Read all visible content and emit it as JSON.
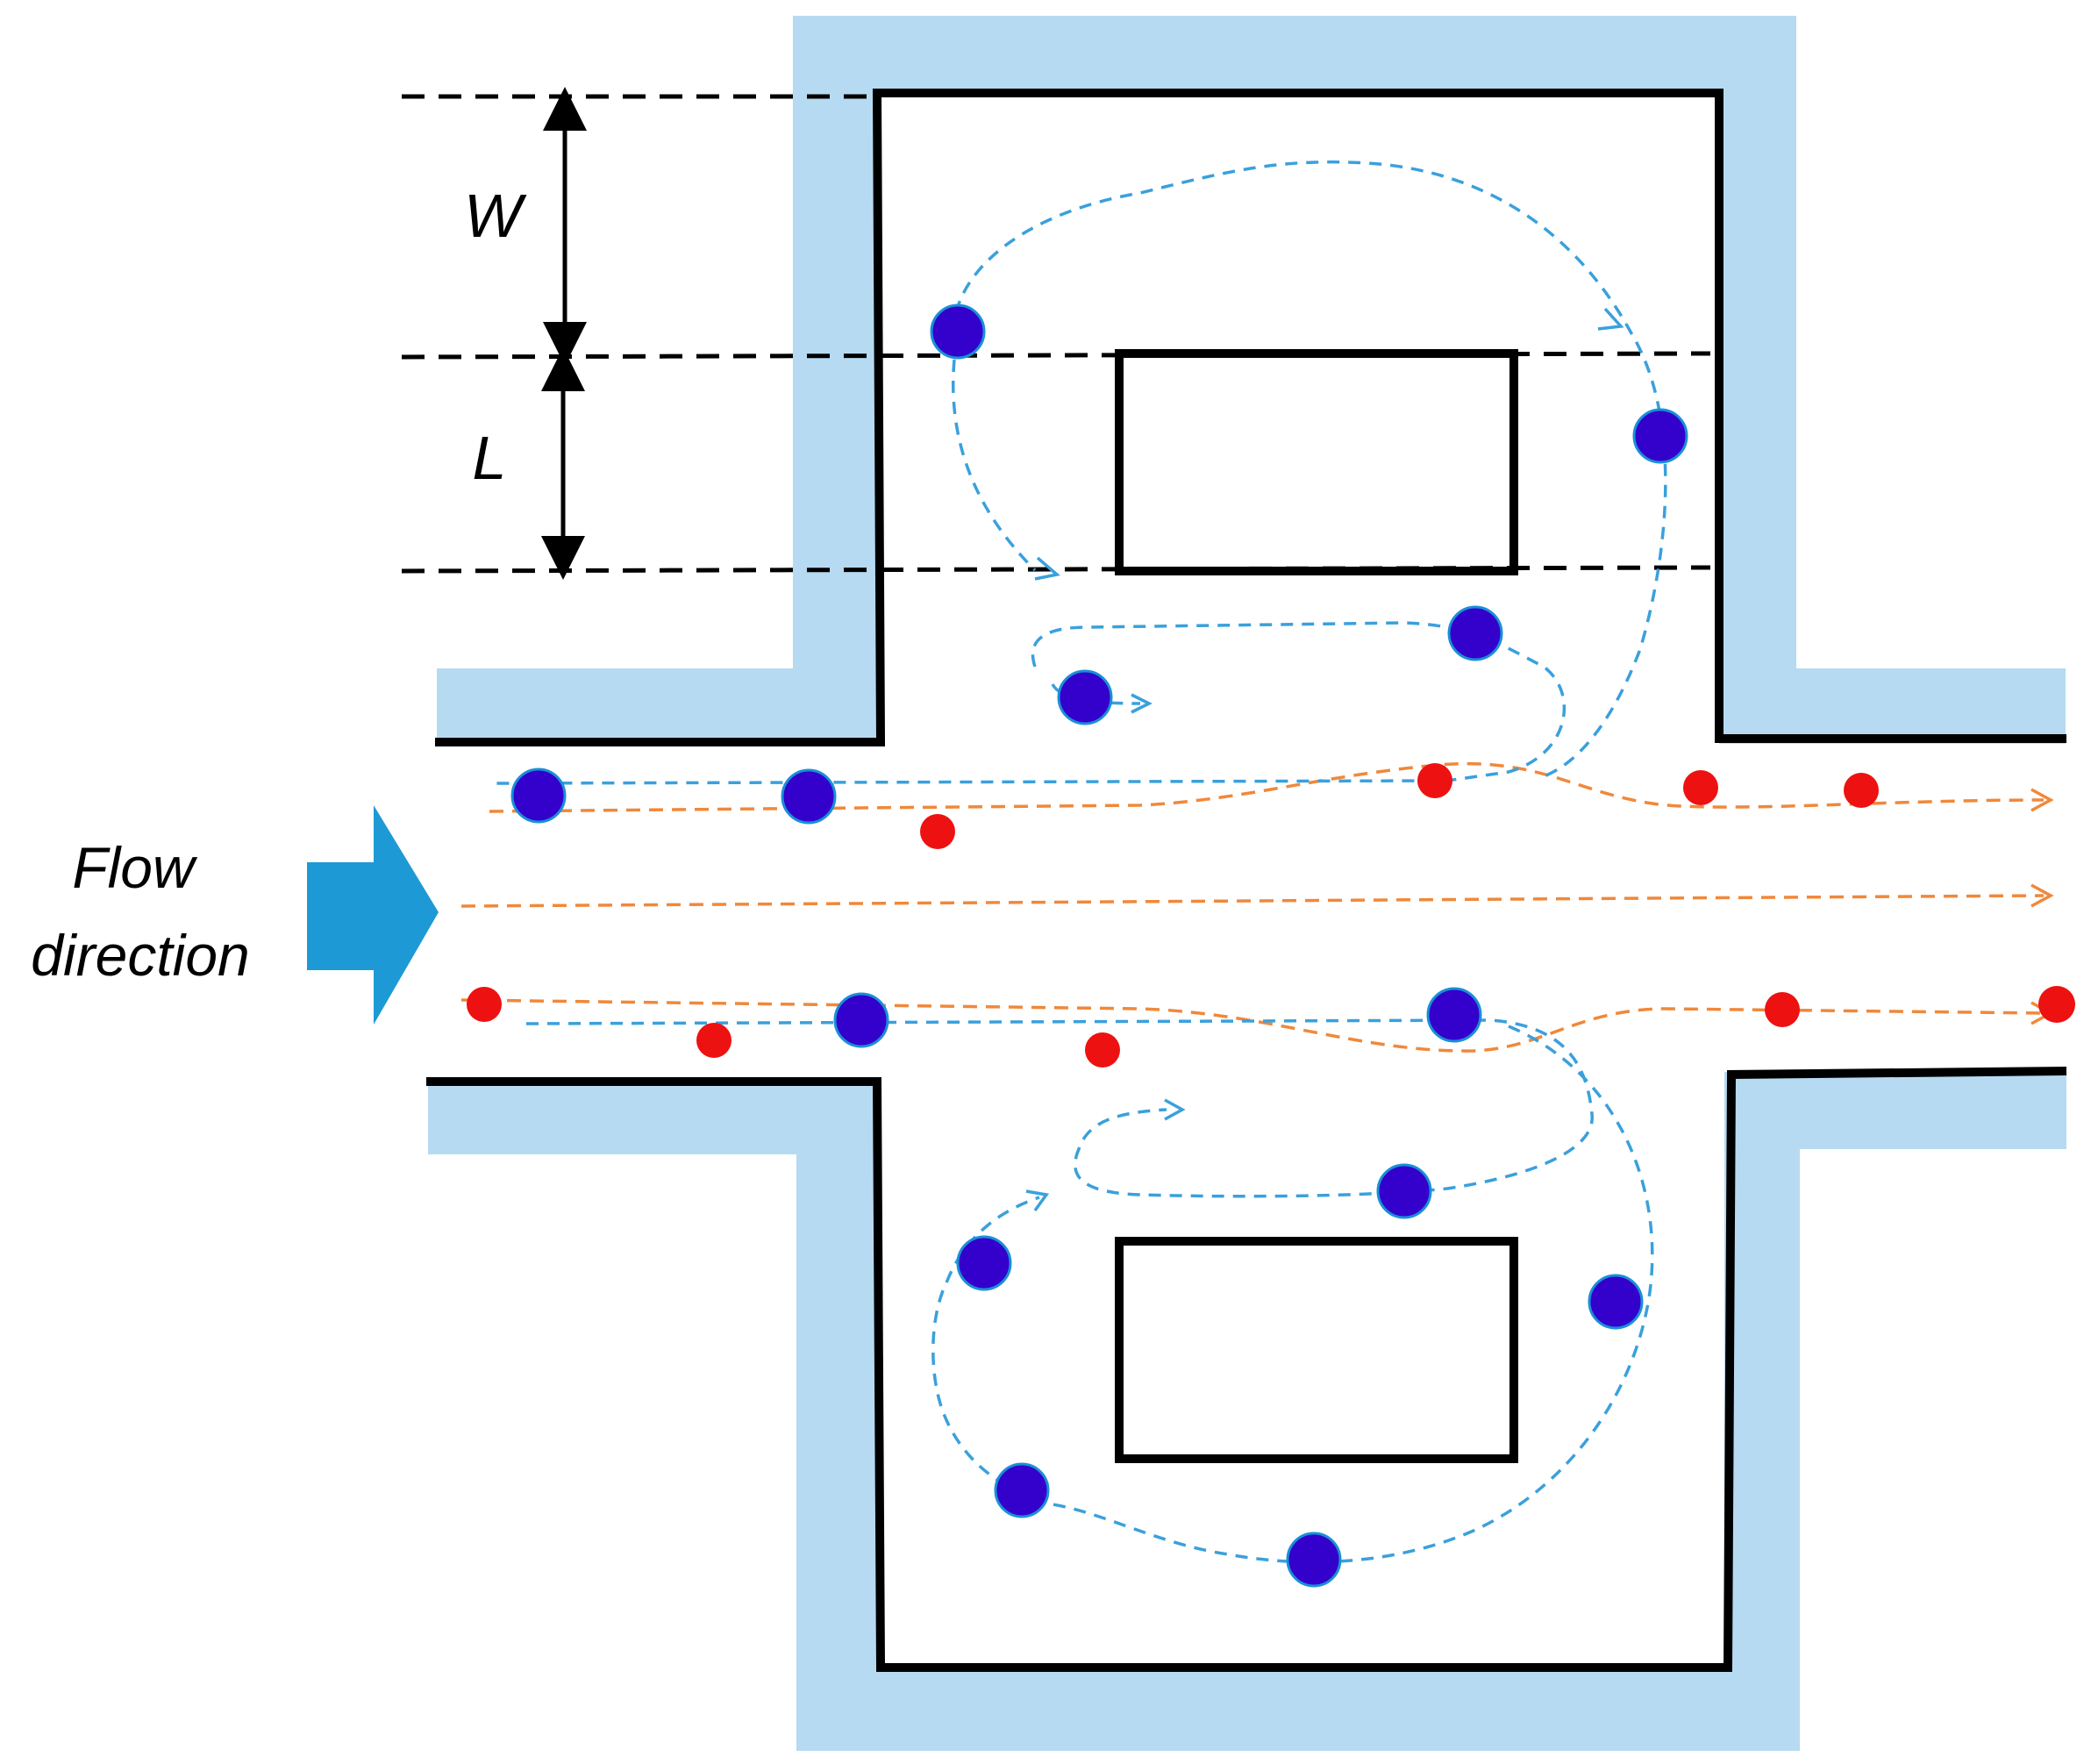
{
  "labels": {
    "w": "W",
    "l": "L",
    "flow_line1": "Flow",
    "flow_line2": "direction"
  },
  "colors": {
    "wall_fill": "#b6daf1",
    "wall_line": "#000000",
    "large_particle": "#3300cc",
    "large_particle_stroke": "#1a8fd8",
    "small_particle": "#ee1111",
    "large_path": "#3aa0dc",
    "small_path": "#f0883a",
    "flow_arrow": "#1d9ad6"
  },
  "legend_semantics": {
    "large_particles": "blue circles (trapped in vortices)",
    "small_particles": "red circles (pass through)"
  }
}
